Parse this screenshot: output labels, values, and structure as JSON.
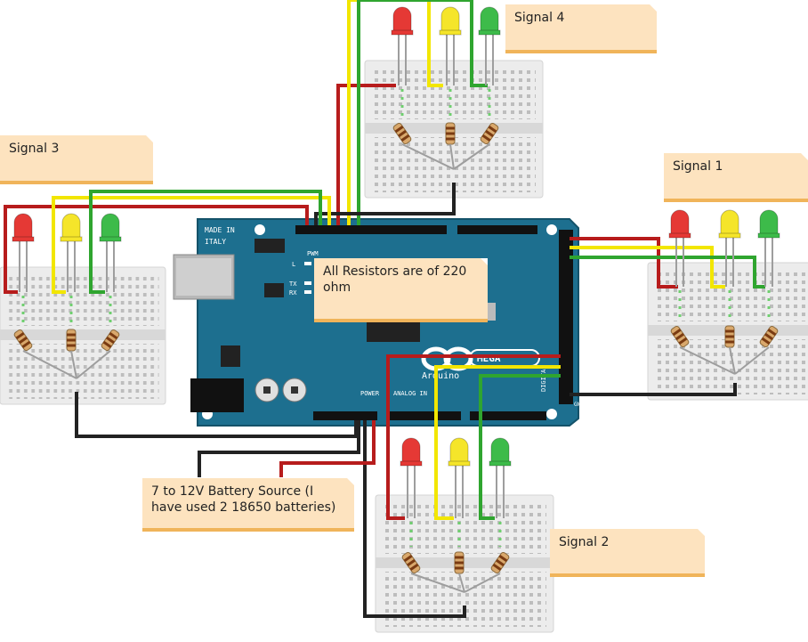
{
  "notes": {
    "signal1": "Signal 1",
    "signal2": "Signal 2",
    "signal3": "Signal 3",
    "signal4": "Signal 4",
    "resistors": "All Resistors are of 220 ohm",
    "battery": "7 to 12V Battery Source (I have used 2 18650 batteries)"
  },
  "board": {
    "made_in": "MADE IN",
    "italy": "ITALY",
    "pwm": "PWM",
    "l": "L",
    "tx": "TX",
    "rx": "RX",
    "brand": "Arduino",
    "model": "MEGA",
    "power": "POWER",
    "analog_in": "ANALOG IN",
    "digital": "DIGITAL",
    "gnd": "GND"
  },
  "colors": {
    "board": "#1d6f8f",
    "breadboard": "#e6e6e6",
    "red_led": "#e53935",
    "yellow_led": "#f5e52a",
    "green_led": "#3dbb4a",
    "wire_red": "#b71c1c",
    "wire_yellow": "#f2e600",
    "wire_green": "#2fa52f",
    "wire_black": "#222222",
    "note_bg": "#fde3bf",
    "note_edge": "#f0b45a"
  }
}
